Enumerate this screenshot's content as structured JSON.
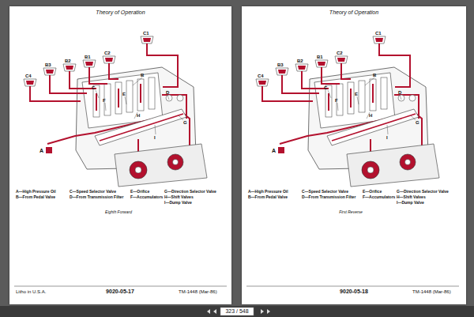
{
  "diagram": {
    "nodes": [
      {
        "text": [
          "Theory of Operation"
        ]
      },
      {
        "text": [
          "Theory of Operation"
        ]
      }
    ],
    "labels": [
      "C4",
      "B3",
      "B2",
      "B1",
      "C2",
      "C1",
      "B",
      "C",
      "D",
      "E",
      "F",
      "G",
      "H",
      "I",
      "A—High Pressure Oil",
      "B—From Pedal Valve",
      "C—Speed Selector Valve",
      "D—From Transmission Filter",
      "E—Orifice",
      "F—Accumulators",
      "G—Direction Selector Valve",
      "H—Shift Valves",
      "I—Dump Valve",
      "Eighth Forward",
      "Litho in U.S.A.",
      "9020-05-17",
      "TM-1448 (Mar-86)",
      "C4",
      "B3",
      "B2",
      "B1",
      "C2",
      "C1",
      "B",
      "C",
      "D",
      "E",
      "F",
      "G",
      "H",
      "I",
      "A—High Pressure Oil",
      "B—From Pedal Valve",
      "C—Speed Selector Valve",
      "D—From Transmission Filter",
      "E—Orifice",
      "F—Accumulators",
      "G—Direction Selector Valve",
      "H—Shift Valves",
      "I—Dump Valve",
      "First Reverse",
      "9020-05-18",
      "TM-1448 (Mar-86)",
      "323 / 548"
    ],
    "legend": [
      {
        "text": "A",
        "color": "#b3112e"
      },
      {
        "text": "A",
        "color": "#b3112e"
      }
    ]
  }
}
